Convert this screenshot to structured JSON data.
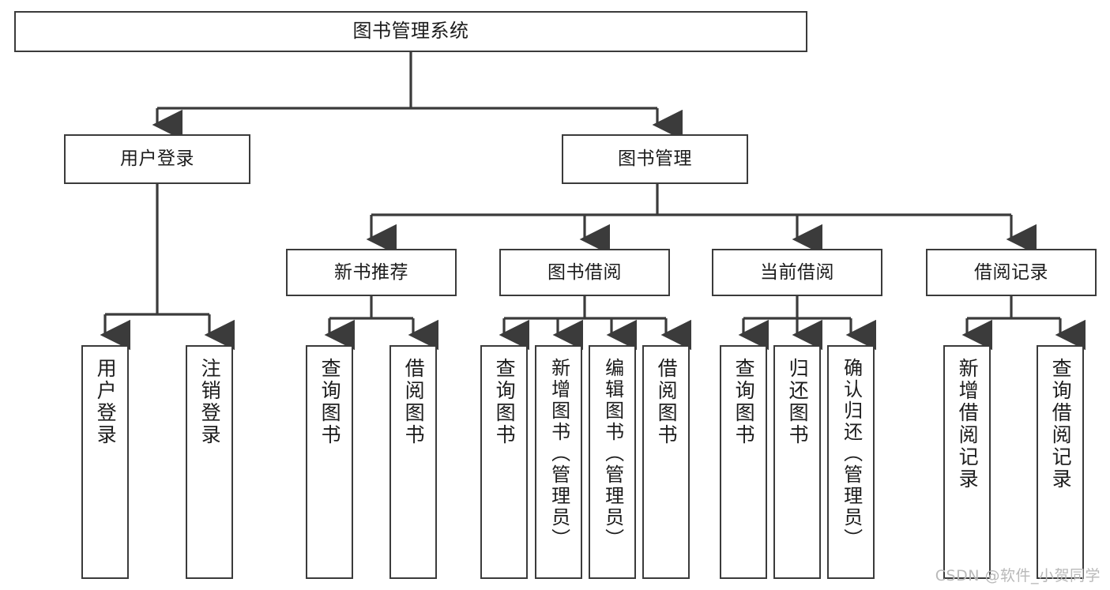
{
  "diagram": {
    "title": "图书管理系统",
    "watermark": "CSDN @软件_小贺同学",
    "line_color": "#3b3b3b",
    "text_color": "#1c1c1c",
    "background": "#ffffff",
    "levels": {
      "level1": [
        {
          "id": "root",
          "label": "图书管理系统"
        }
      ],
      "level2": [
        {
          "id": "user-login",
          "label": "用户登录"
        },
        {
          "id": "book-manage",
          "label": "图书管理"
        }
      ],
      "level3": [
        {
          "id": "new-book-recommend",
          "label": "新书推荐"
        },
        {
          "id": "book-borrow",
          "label": "图书借阅"
        },
        {
          "id": "current-borrow",
          "label": "当前借阅"
        },
        {
          "id": "borrow-record",
          "label": "借阅记录"
        }
      ],
      "level4": [
        {
          "id": "leaf-user-login",
          "label": "用户登录",
          "parent": "user-login"
        },
        {
          "id": "leaf-user-logout",
          "label": "注销登录",
          "parent": "user-login"
        },
        {
          "id": "leaf-query-book-1",
          "label": "查询图书",
          "parent": "new-book-recommend"
        },
        {
          "id": "leaf-borrow-book-1",
          "label": "借阅图书",
          "parent": "new-book-recommend"
        },
        {
          "id": "leaf-query-book-2",
          "label": "查询图书",
          "parent": "book-borrow"
        },
        {
          "id": "leaf-add-book",
          "label": "新增图书（管理员）",
          "parent": "book-borrow"
        },
        {
          "id": "leaf-edit-book",
          "label": "编辑图书（管理员）",
          "parent": "book-borrow"
        },
        {
          "id": "leaf-borrow-book-2",
          "label": "借阅图书",
          "parent": "book-borrow"
        },
        {
          "id": "leaf-query-book-3",
          "label": "查询图书",
          "parent": "current-borrow"
        },
        {
          "id": "leaf-return-book",
          "label": "归还图书",
          "parent": "current-borrow"
        },
        {
          "id": "leaf-confirm-return",
          "label": "确认归还（管理员）",
          "parent": "current-borrow"
        },
        {
          "id": "leaf-add-record",
          "label": "新增借阅记录",
          "parent": "borrow-record"
        },
        {
          "id": "leaf-query-record",
          "label": "查询借阅记录",
          "parent": "borrow-record"
        }
      ]
    }
  }
}
